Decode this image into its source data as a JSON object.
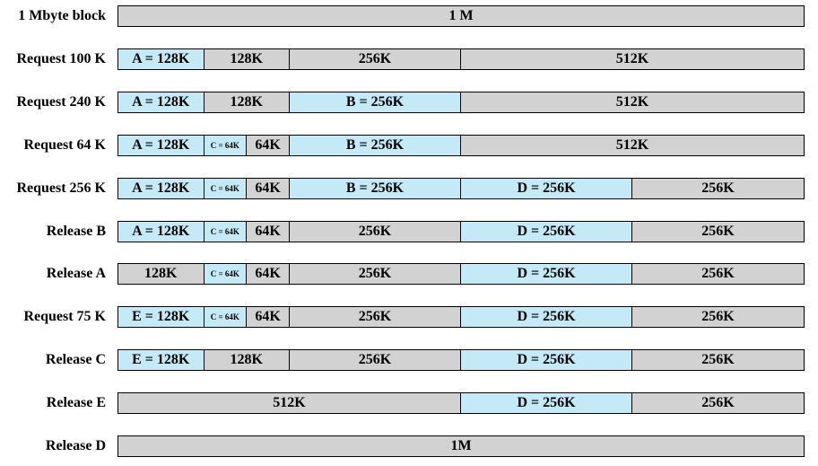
{
  "rows": [
    {
      "label": "1 Mbyte block",
      "segments": [
        {
          "text": "1 M",
          "size": 1024,
          "state": "free"
        }
      ]
    },
    {
      "label": "Request 100 K",
      "segments": [
        {
          "text": "A = 128K",
          "size": 128,
          "state": "alloc"
        },
        {
          "text": "128K",
          "size": 128,
          "state": "free"
        },
        {
          "text": "256K",
          "size": 256,
          "state": "free"
        },
        {
          "text": "512K",
          "size": 512,
          "state": "free"
        }
      ]
    },
    {
      "label": "Request 240 K",
      "segments": [
        {
          "text": "A = 128K",
          "size": 128,
          "state": "alloc"
        },
        {
          "text": "128K",
          "size": 128,
          "state": "free"
        },
        {
          "text": "B = 256K",
          "size": 256,
          "state": "alloc"
        },
        {
          "text": "512K",
          "size": 512,
          "state": "free"
        }
      ]
    },
    {
      "label": "Request 64 K",
      "segments": [
        {
          "text": "A = 128K",
          "size": 128,
          "state": "alloc"
        },
        {
          "text": "C = 64K",
          "size": 64,
          "state": "alloc",
          "small": true
        },
        {
          "text": "64K",
          "size": 64,
          "state": "free"
        },
        {
          "text": "B = 256K",
          "size": 256,
          "state": "alloc"
        },
        {
          "text": "512K",
          "size": 512,
          "state": "free"
        }
      ]
    },
    {
      "label": "Request 256 K",
      "segments": [
        {
          "text": "A = 128K",
          "size": 128,
          "state": "alloc"
        },
        {
          "text": "C = 64K",
          "size": 64,
          "state": "alloc",
          "small": true
        },
        {
          "text": "64K",
          "size": 64,
          "state": "free"
        },
        {
          "text": "B = 256K",
          "size": 256,
          "state": "alloc"
        },
        {
          "text": "D = 256K",
          "size": 256,
          "state": "alloc"
        },
        {
          "text": "256K",
          "size": 256,
          "state": "free"
        }
      ]
    },
    {
      "label": "Release B",
      "segments": [
        {
          "text": "A = 128K",
          "size": 128,
          "state": "alloc"
        },
        {
          "text": "C = 64K",
          "size": 64,
          "state": "alloc",
          "small": true
        },
        {
          "text": "64K",
          "size": 64,
          "state": "free"
        },
        {
          "text": "256K",
          "size": 256,
          "state": "free"
        },
        {
          "text": "D = 256K",
          "size": 256,
          "state": "alloc"
        },
        {
          "text": "256K",
          "size": 256,
          "state": "free"
        }
      ]
    },
    {
      "label": "Release A",
      "segments": [
        {
          "text": "128K",
          "size": 128,
          "state": "free"
        },
        {
          "text": "C = 64K",
          "size": 64,
          "state": "alloc",
          "small": true
        },
        {
          "text": "64K",
          "size": 64,
          "state": "free"
        },
        {
          "text": "256K",
          "size": 256,
          "state": "free"
        },
        {
          "text": "D = 256K",
          "size": 256,
          "state": "alloc"
        },
        {
          "text": "256K",
          "size": 256,
          "state": "free"
        }
      ]
    },
    {
      "label": "Request 75 K",
      "segments": [
        {
          "text": "E = 128K",
          "size": 128,
          "state": "alloc"
        },
        {
          "text": "C = 64K",
          "size": 64,
          "state": "alloc",
          "small": true
        },
        {
          "text": "64K",
          "size": 64,
          "state": "free"
        },
        {
          "text": "256K",
          "size": 256,
          "state": "free"
        },
        {
          "text": "D = 256K",
          "size": 256,
          "state": "alloc"
        },
        {
          "text": "256K",
          "size": 256,
          "state": "free"
        }
      ]
    },
    {
      "label": "Release C",
      "segments": [
        {
          "text": "E = 128K",
          "size": 128,
          "state": "alloc"
        },
        {
          "text": "128K",
          "size": 128,
          "state": "free"
        },
        {
          "text": "256K",
          "size": 256,
          "state": "free"
        },
        {
          "text": "D = 256K",
          "size": 256,
          "state": "alloc"
        },
        {
          "text": "256K",
          "size": 256,
          "state": "free"
        }
      ]
    },
    {
      "label": "Release E",
      "segments": [
        {
          "text": "512K",
          "size": 512,
          "state": "free"
        },
        {
          "text": "D = 256K",
          "size": 256,
          "state": "alloc"
        },
        {
          "text": "256K",
          "size": 256,
          "state": "free"
        }
      ]
    },
    {
      "label": "Release D",
      "segments": [
        {
          "text": "1M",
          "size": 1024,
          "state": "free"
        }
      ]
    }
  ],
  "colors": {
    "allocated": "#c4e9f7",
    "free": "#d2d2d2"
  }
}
